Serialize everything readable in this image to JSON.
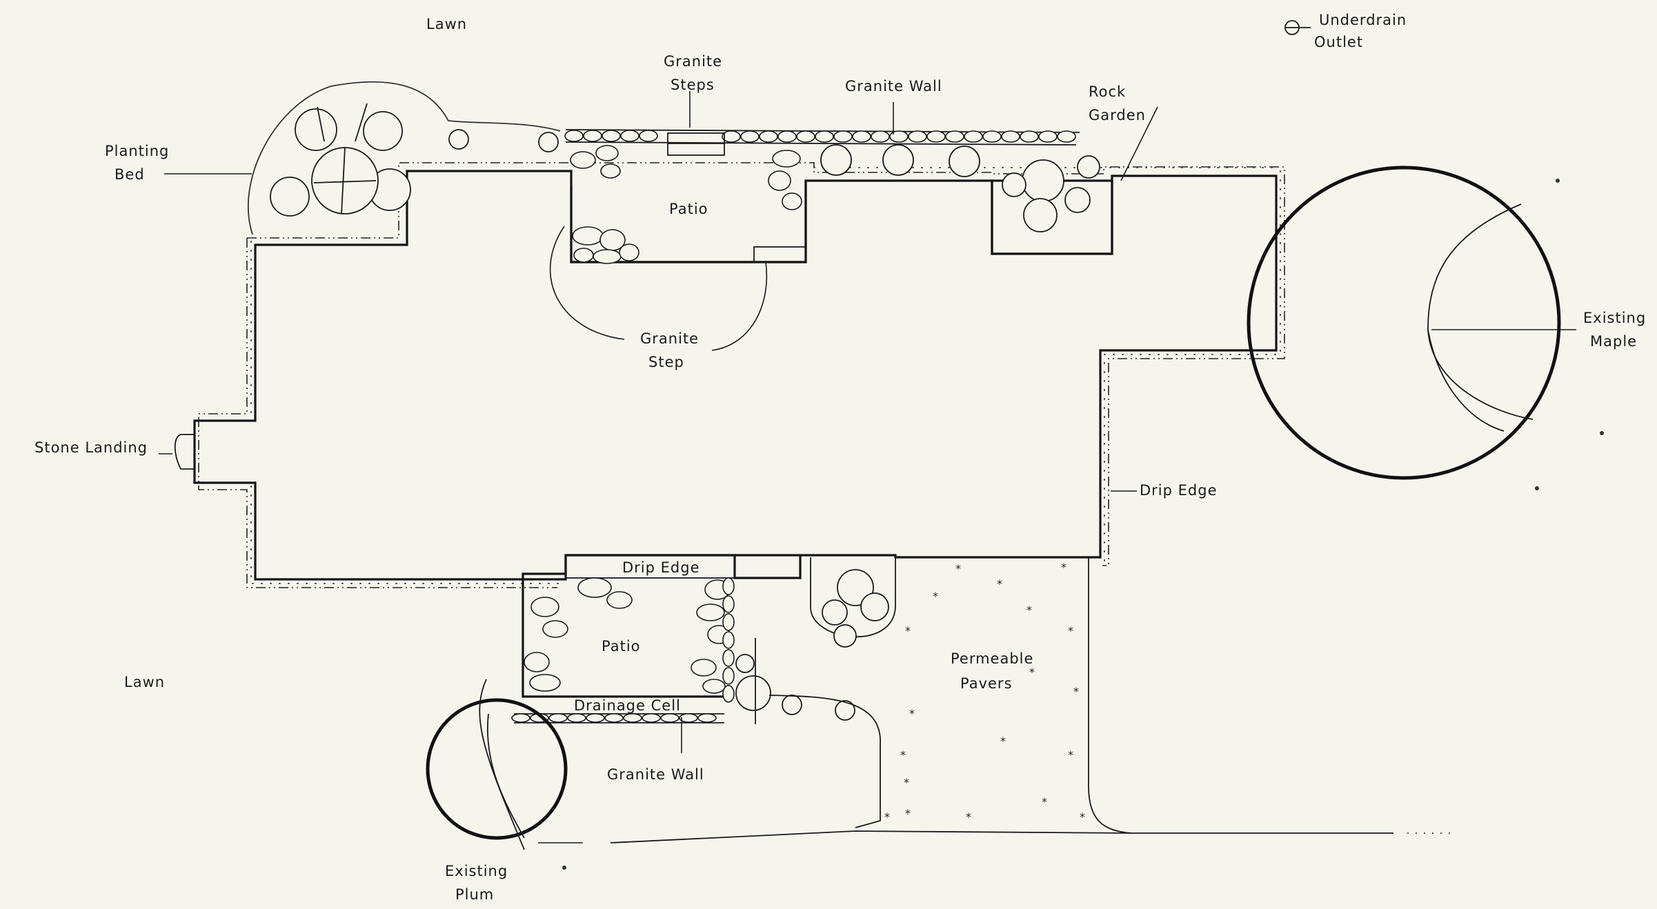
{
  "labels": {
    "lawn_top": "Lawn",
    "lawn_left": "Lawn",
    "underdrain_1": "Underdrain",
    "underdrain_2": "Outlet",
    "planting_bed_1": "Planting",
    "planting_bed_2": "Bed",
    "granite_steps_1": "Granite",
    "granite_steps_2": "Steps",
    "granite_wall_top": "Granite Wall",
    "rock_garden_1": "Rock",
    "rock_garden_2": "Garden",
    "patio_top": "Patio",
    "granite_step_1": "Granite",
    "granite_step_2": "Step",
    "existing_maple_1": "Existing",
    "existing_maple_2": "Maple",
    "stone_landing": "Stone Landing",
    "drip_edge_right": "Drip Edge",
    "drip_edge_bottom": "Drip Edge",
    "patio_bottom": "Patio",
    "permeable_pavers_1": "Permeable",
    "permeable_pavers_2": "Pavers",
    "drainage_cell": "Drainage Cell",
    "granite_wall_bottom": "Granite Wall",
    "existing_plum_1": "Existing",
    "existing_plum_2": "Plum"
  },
  "colors": {
    "paper": "#f5f5ee",
    "ink": "#151515"
  }
}
